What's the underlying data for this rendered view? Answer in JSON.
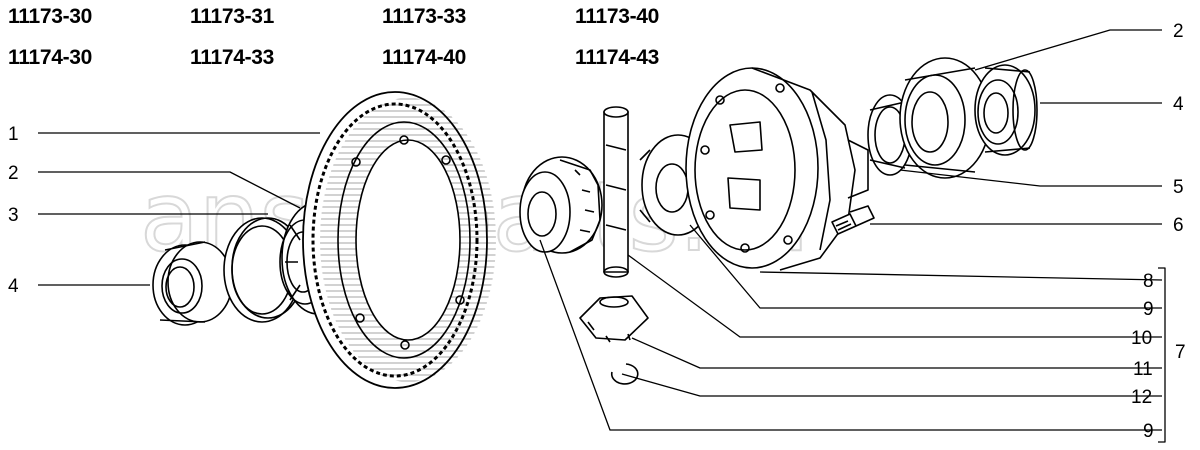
{
  "model_codes": {
    "row1": [
      "11173-30",
      "11173-31",
      "11173-33",
      "11173-40"
    ],
    "row2": [
      "11174-30",
      "11174-33",
      "11174-40",
      "11174-43"
    ]
  },
  "watermark": "ansaf-parts.ru",
  "callouts": {
    "left": [
      "1",
      "2",
      "3",
      "4"
    ],
    "right": [
      "2",
      "4",
      "5",
      "6",
      "8",
      "9",
      "10",
      "11",
      "12",
      "9"
    ],
    "group": "7"
  },
  "colors": {
    "line": "#000000",
    "background": "#ffffff",
    "watermark": "#d8d8d8"
  }
}
